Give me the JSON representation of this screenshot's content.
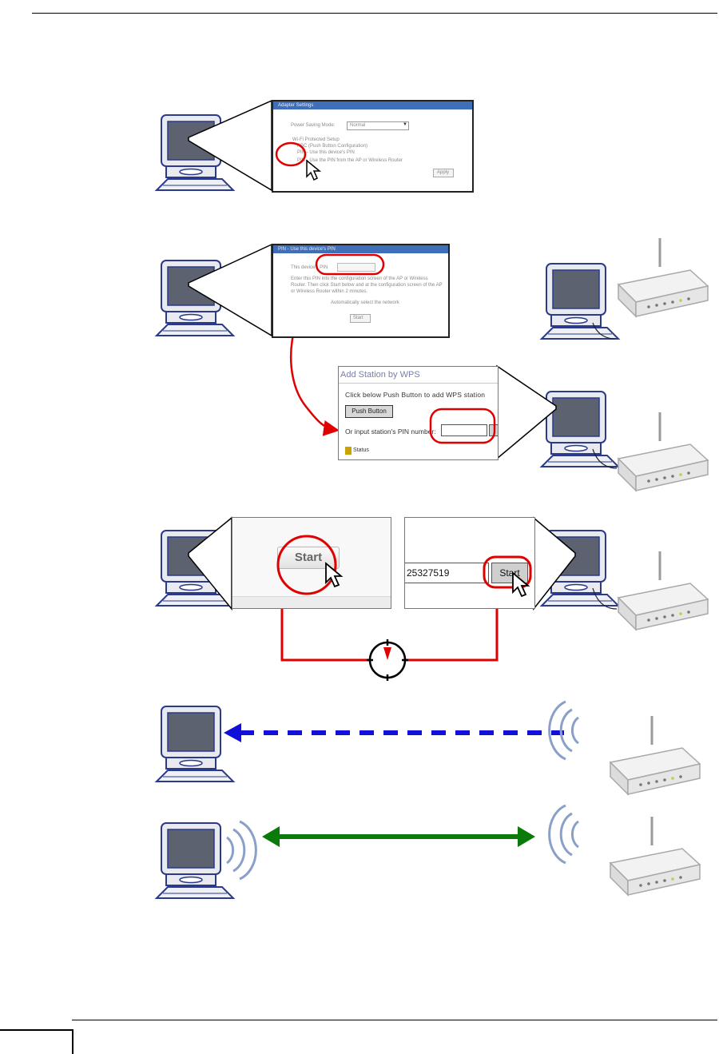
{
  "step1": {
    "window_title": "Adapter Settings",
    "mode_label": "Power Saving Mode:",
    "mode_value": "Normal",
    "wps_checkbox": "Wi-Fi Protected Setup",
    "pbc_option": "PBC (Push Button Configuration)",
    "pin_option_1": "PIN - Use this device's PIN",
    "pin_option_2": "PIN - Use the PIN from the AP or Wireless Router",
    "button": "Apply"
  },
  "step2": {
    "window_title": "PIN - Use this device's PIN",
    "pin_label": "This device's PIN",
    "instructions": "Enter this PIN into the configuration screen of the AP or Wireless Router. Then click Start below and at the configuration screen of the AP or Wireless Router within 2 minutes.",
    "checkbox": "Automatically select the network",
    "button": "Start"
  },
  "step3": {
    "title": "Add Station by WPS",
    "line1": "Click below Push Button to add WPS station",
    "push_button": "Push Button",
    "line2": "Or input station's PIN number:",
    "status": "Status"
  },
  "step4": {
    "left_button": "Start",
    "pin_value": "25327519",
    "right_button": "Start"
  },
  "colors": {
    "highlight": "#e00000",
    "timer_line": "#e00000",
    "dashed_arrow": "#1010d8",
    "connection_arrow": "#0a7a0a"
  }
}
